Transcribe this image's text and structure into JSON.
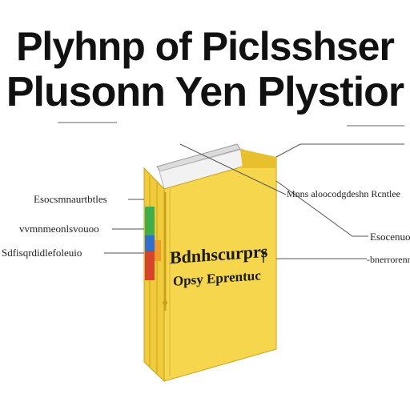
{
  "headline": {
    "line1": "Plyhnp of Piclsshser",
    "line2": "Plusonn Yen Plystior"
  },
  "book": {
    "cover_title": "Bdnhscurprs",
    "cover_subtitle": "Opsy Eprentuc"
  },
  "callouts": {
    "left": [
      "Esocsmnaurtbtles",
      "vvmnmeonlsvouoo",
      "Sdfisqrdidlefoleuio"
    ],
    "right": [
      "Mnns aloocodgdeshn Rcntlee",
      "Esocenuo",
      "-bnerrorenns"
    ]
  },
  "colors": {
    "book_cover": "#f5d64c",
    "book_cover_dark": "#e8bf2c",
    "book_spine": "#f0cc3c",
    "pages": "#eeeeee",
    "tab_green": "#3fae4a",
    "tab_blue": "#2f6fd0",
    "tab_red": "#d6452a",
    "tab_orange": "#f09a2a",
    "line": "#555555"
  }
}
